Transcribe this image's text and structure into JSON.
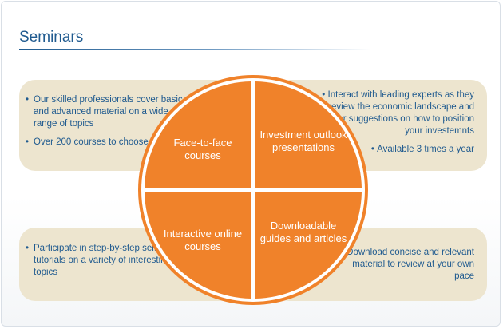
{
  "header": {
    "title": "Seminars"
  },
  "quadrants": [
    {
      "id": "tl",
      "label": "Face-to-face courses"
    },
    {
      "id": "tr",
      "label": "Investment outlook presentations"
    },
    {
      "id": "bl",
      "label": "Interactive online courses"
    },
    {
      "id": "br",
      "label": "Downloadable guides and articles"
    }
  ],
  "panels": {
    "tl": [
      "Our skilled professionals cover basic and advanced material on a wide range of topics",
      "Over 200 courses to choose from"
    ],
    "tr": [
      "Interact with leading experts as they review the economic landscape and offer suggestions on how to position your investemnts",
      "Available 3 times a year"
    ],
    "bl": [
      "Participate in step-by-step self-study tutorials on a variety of interesting topics"
    ],
    "br": [
      "Download concise and relevant material to review at your own pace"
    ]
  },
  "colors": {
    "title": "#1f5a8f",
    "orange": "#f0822a",
    "panel": "#ede5cf",
    "bullet_text": "#1f5a8f"
  }
}
